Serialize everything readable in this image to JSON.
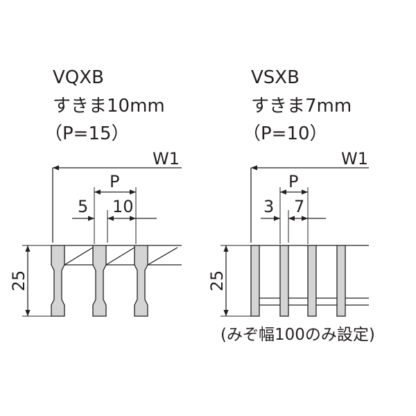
{
  "left": {
    "model": "VQXB",
    "gap_text": "すきま10mm",
    "pitch_text": "（P=15）",
    "width_label": "W1",
    "pitch_label": "P",
    "dim_bar": "5",
    "dim_gap": "10",
    "height_label": "25"
  },
  "right": {
    "model": "VSXB",
    "gap_text": "すきま7mm",
    "pitch_text": "（P=10）",
    "width_label": "W1",
    "pitch_label": "P",
    "dim_bar": "3",
    "dim_gap": "7",
    "height_label": "25",
    "note": "(みぞ幅100のみ設定)"
  },
  "colors": {
    "line": "#231f20",
    "bar_fill": "#d4d4d4",
    "background": "#ffffff"
  }
}
